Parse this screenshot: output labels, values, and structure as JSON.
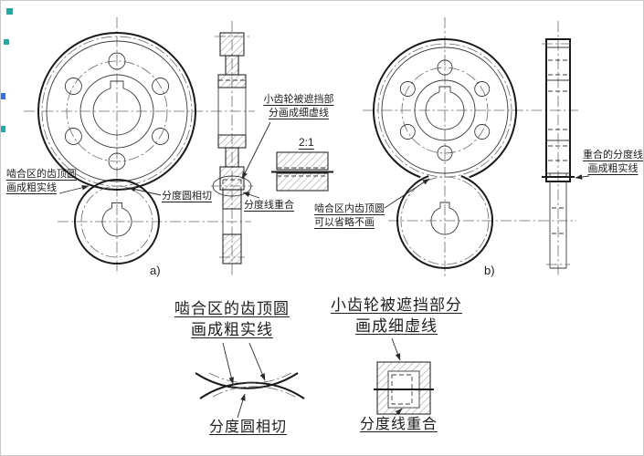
{
  "colors": {
    "line": "#1a1a1a",
    "hatch": "#606060",
    "artifact_teal": "#2aa7a0",
    "artifact_blue": "#3a6fd8"
  },
  "figures": {
    "label_a": "a)",
    "label_b": "b)"
  },
  "callouts": {
    "mesh_tip_small": {
      "line1": "啮合区的齿顶圆",
      "line2": "画成粗实线"
    },
    "pitch_tangent_small": "分度圆相切",
    "pinion_hidden_small": {
      "line1": "小齿轮被遮挡部",
      "line2": "分画成细虚线"
    },
    "detail_scale": "2:1",
    "pitch_coincide_small": "分度线重合",
    "tip_omit_small": {
      "line1": "啮合区内齿顶圆",
      "line2": "可以省略不画"
    },
    "coincident_pitch_right": {
      "line1": "重合的分度线",
      "line2": "画成粗实线"
    },
    "mesh_tip_big": {
      "line1": "啮合区的齿顶圆",
      "line2": "画成粗实线"
    },
    "pitch_tangent_big": "分度圆相切",
    "pinion_hidden_big": {
      "line1": "小齿轮被遮挡部分",
      "line2": "画成细虚线"
    },
    "pitch_coincide_big": "分度线重合"
  }
}
